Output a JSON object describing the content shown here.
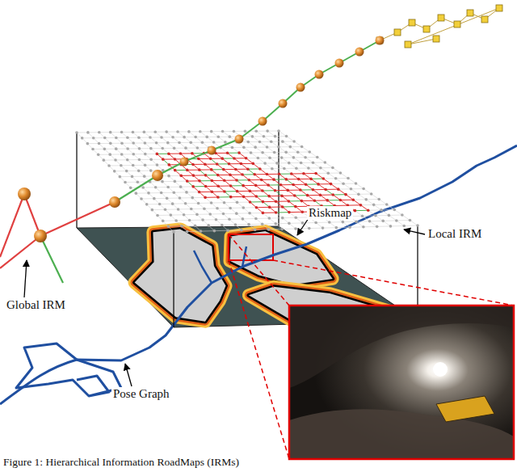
{
  "diagram": {
    "caption": "Figure 1: Hierarchical Information RoadMaps (IRMs)",
    "labels": [
      "Local IRM",
      "Riskmap",
      "Global IRM",
      "Pose Graph"
    ]
  }
}
